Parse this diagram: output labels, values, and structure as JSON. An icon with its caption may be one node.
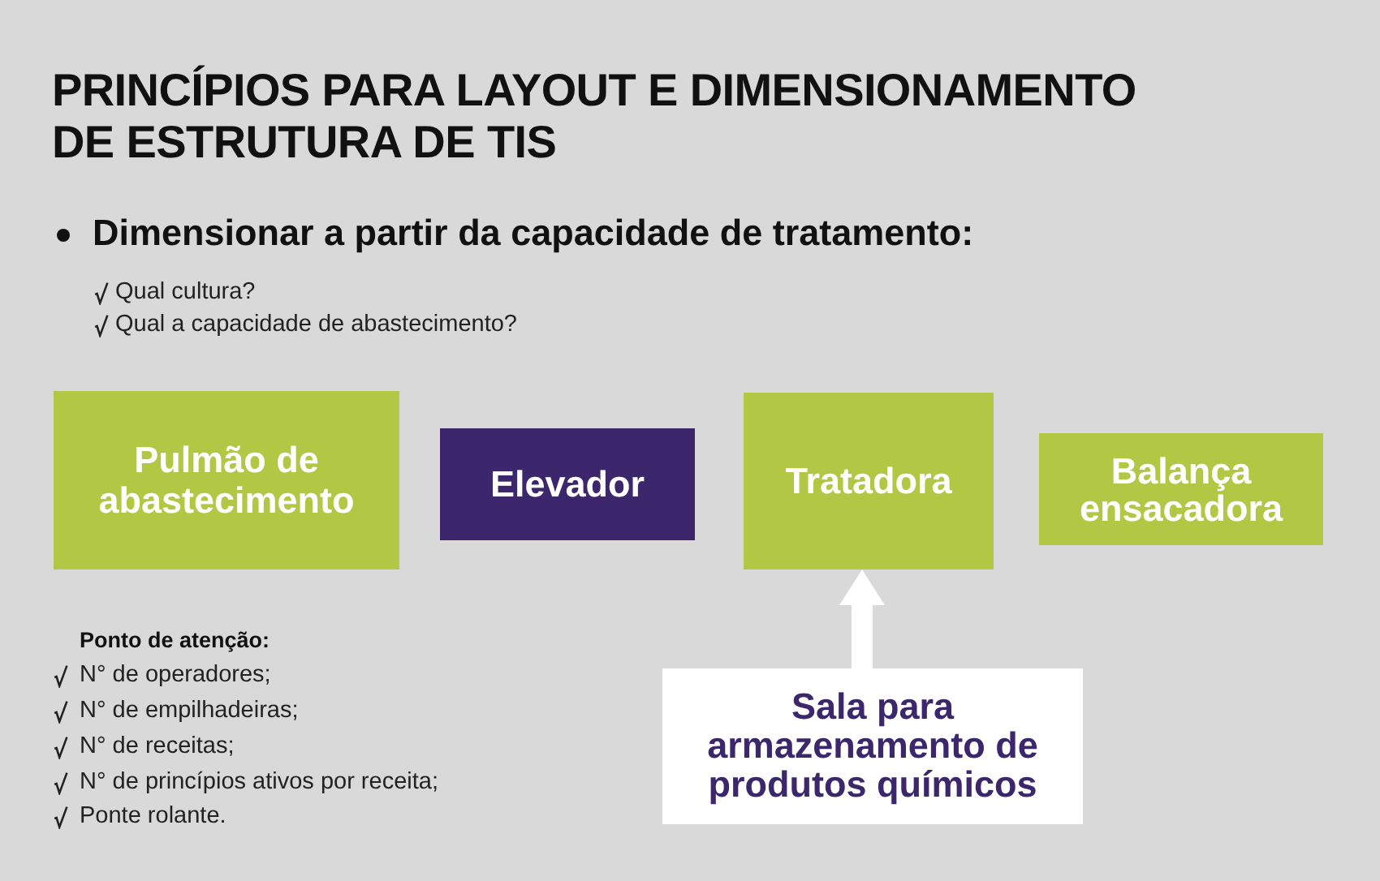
{
  "diagram": {
    "title": "PRINCÍPIOS PARA LAYOUT E DIMENSIONAMENTO DE ESTRUTURA DE TIS",
    "nodes": [
      {
        "text": [
          "Pulmão de abastecimento"
        ]
      },
      {
        "text": [
          "Elevador"
        ]
      },
      {
        "text": [
          "Tratadora"
        ]
      },
      {
        "text": [
          "Balança ensacadora"
        ]
      },
      {
        "text": [
          "Sala para armazenamento de produtos químicos"
        ]
      }
    ],
    "edges": [
      {
        "from": 4,
        "to": 2,
        "arrow": "to"
      }
    ],
    "labels": [
      "Dimensionar a partir da capacidade de tratamento:",
      "Qual cultura?",
      "Qual a capacidade de abastecimento?",
      "Ponto de atenção:",
      "N° de operadores;",
      "N° de empilhadeiras;",
      "N° de receitas;",
      "N° de princípios ativos por receita;",
      "Ponte rolante."
    ]
  }
}
